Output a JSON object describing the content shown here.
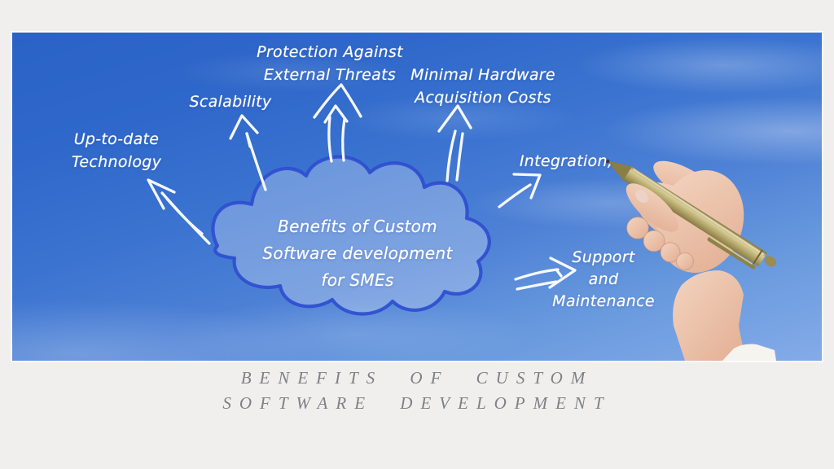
{
  "page": {
    "background_color": "#f0efed",
    "caption": {
      "lines": [
        "Benefits of custom",
        "software development"
      ],
      "color": "#7f8085"
    }
  },
  "photo": {
    "scene": "hand-drawn cloud diagram on blue sky with hand holding gold pen",
    "colors": {
      "sky_top": "#2a62c6",
      "sky_bottom": "#84abe8",
      "cloud_outline": "#2e4ecf",
      "diagram_text": "#ffffff",
      "pen_gold": "#b5a86c",
      "skin": "#ecc3aa",
      "cuff": "#f6f4ee"
    }
  },
  "cloud": {
    "lines": [
      "Benefits of Custom",
      "Software development",
      "for SMEs"
    ]
  },
  "benefits": [
    {
      "lines": [
        "Up-to-date",
        "Technology"
      ]
    },
    {
      "lines": [
        "Scalability"
      ]
    },
    {
      "lines": [
        "Protection Against",
        "External Threats"
      ]
    },
    {
      "lines": [
        "Minimal Hardware",
        "Acquisition Costs"
      ]
    },
    {
      "lines": [
        "Integration,"
      ]
    },
    {
      "lines": [
        "Support",
        "and",
        "Maintenance"
      ]
    }
  ]
}
